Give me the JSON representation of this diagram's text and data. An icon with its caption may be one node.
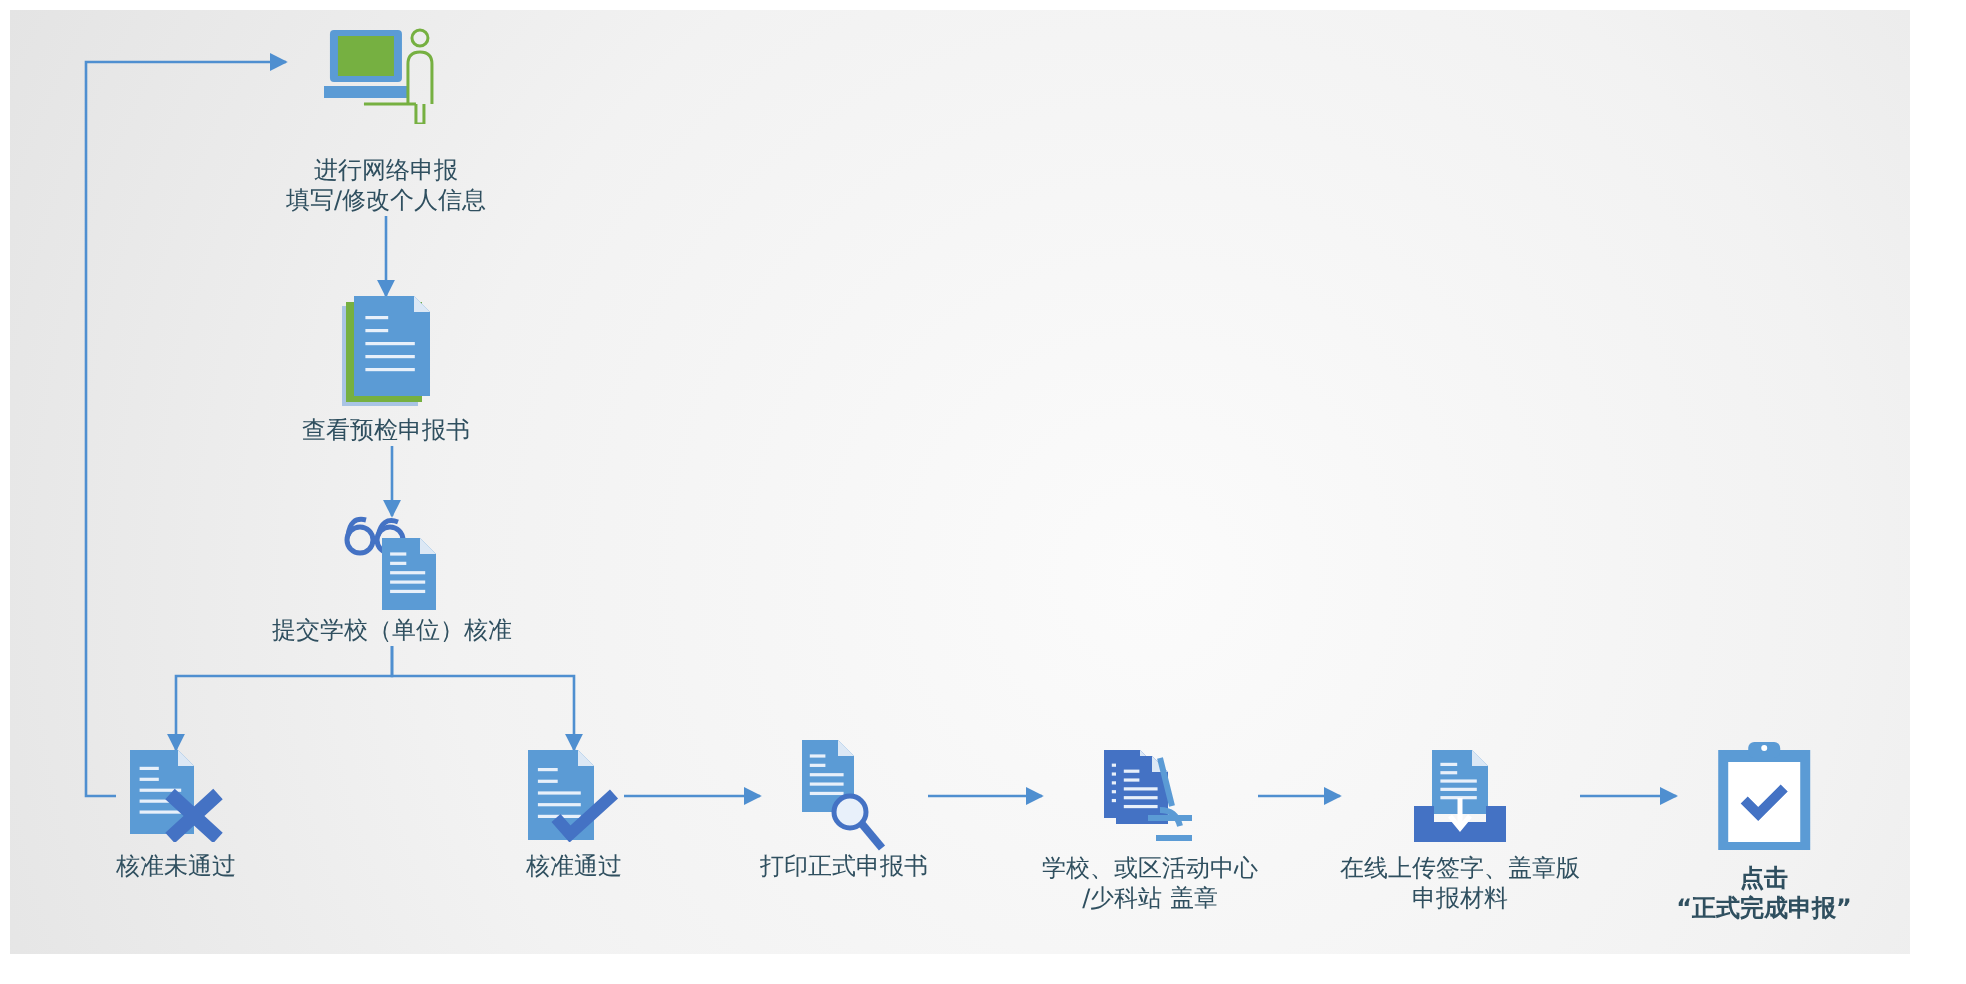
{
  "diagram": {
    "nodes": [
      {
        "text": [
          "进行网络申报填写/修改个人信息"
        ]
      },
      {
        "text": [
          "查看预检申报书"
        ]
      },
      {
        "text": [
          "提交学校（单位）核准"
        ]
      },
      {
        "text": [
          "核准未通过"
        ]
      },
      {
        "text": [
          "核准通过"
        ]
      },
      {
        "text": [
          "打印正式申报书"
        ]
      },
      {
        "text": [
          "学校、或区活动中心/少科站 盖章"
        ]
      },
      {
        "text": [
          "在线上传签字、盖章版申报材料"
        ]
      },
      {
        "text": [
          "点击“正式完成申报”"
        ]
      }
    ],
    "edges": [
      {
        "from": 0,
        "to": 1,
        "arrow": "to"
      },
      {
        "from": 1,
        "to": 2,
        "arrow": "to"
      },
      {
        "from": 2,
        "to": 3,
        "arrow": "to"
      },
      {
        "from": 2,
        "to": 4,
        "arrow": "to"
      },
      {
        "from": 4,
        "to": 5,
        "arrow": "to"
      },
      {
        "from": 5,
        "to": 6,
        "arrow": "to"
      },
      {
        "from": 6,
        "to": 7,
        "arrow": "to"
      },
      {
        "from": 7,
        "to": 8,
        "arrow": "to"
      },
      {
        "from": 3,
        "to": 0,
        "arrow": "to"
      }
    ]
  }
}
